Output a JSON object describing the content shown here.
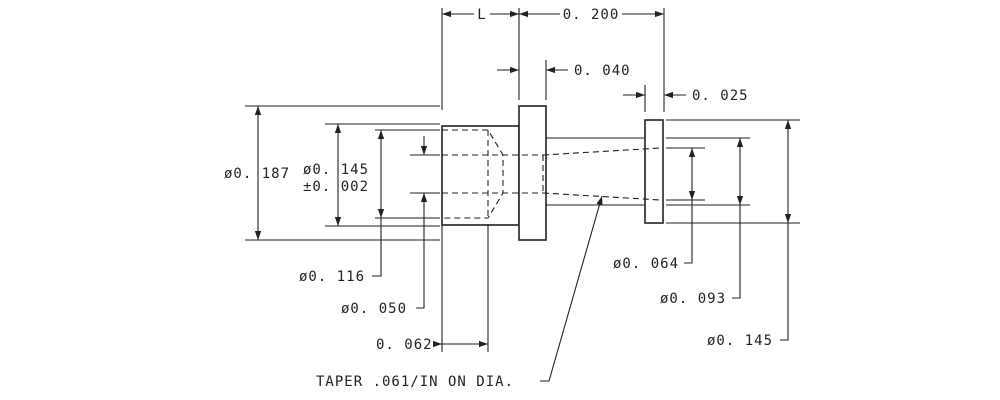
{
  "dimensions": {
    "length_symbol": "L",
    "overall_200": "0. 200",
    "flange_040": "0. 040",
    "flange_025": "0. 025",
    "dia_187": "ø0. 187",
    "dia_145_bore": "ø0. 145",
    "tol_145": "±0. 002",
    "dia_116": "ø0. 116",
    "dia_050": "ø0. 050",
    "len_062": "0. 062",
    "dia_064": "ø0. 064",
    "dia_093": "ø0. 093",
    "dia_145_flange": "ø0. 145",
    "taper_note": "TAPER .061/IN ON DIA."
  }
}
